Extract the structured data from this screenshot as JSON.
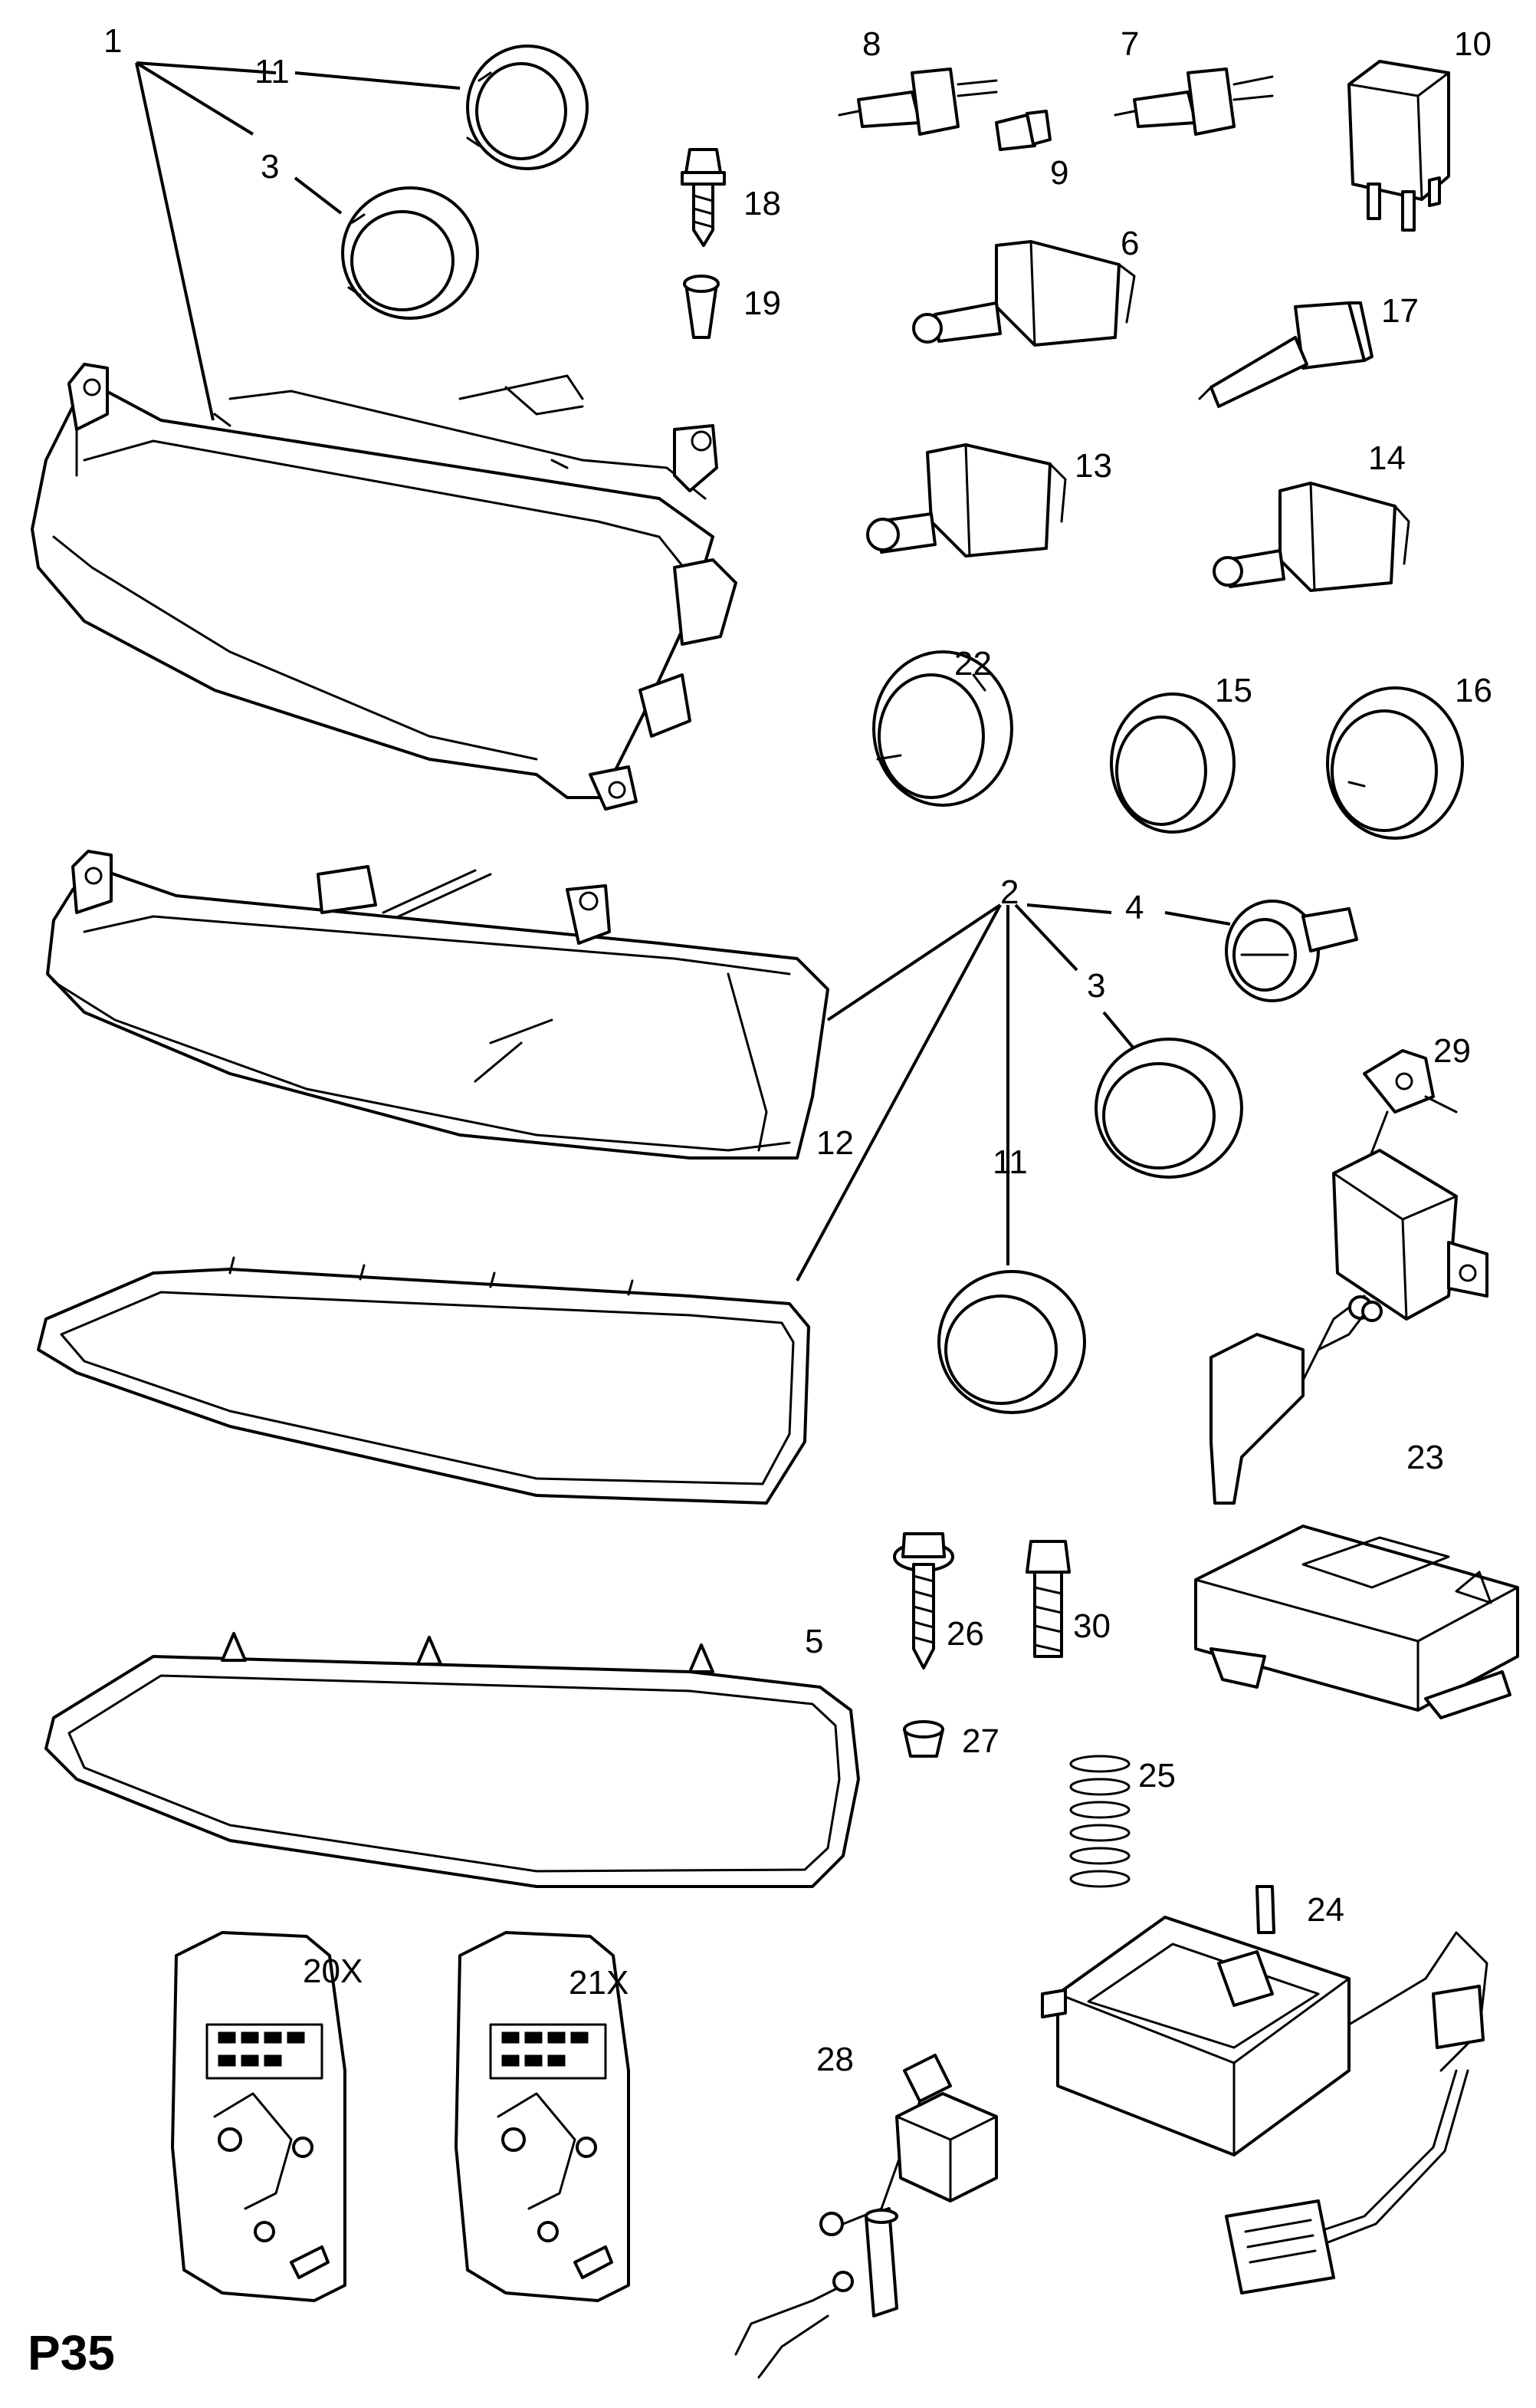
{
  "page": {
    "code": "P35",
    "background": "#ffffff",
    "ink": "#000000"
  },
  "labels": {
    "p1": "1",
    "p2": "2",
    "p3a": "3",
    "p3b": "3",
    "p4": "4",
    "p5": "5",
    "p6": "6",
    "p7": "7",
    "p8": "8",
    "p9": "9",
    "p10": "10",
    "p11a": "11",
    "p11b": "11",
    "p12": "12",
    "p13": "13",
    "p14": "14",
    "p15": "15",
    "p16": "16",
    "p17": "17",
    "p18": "18",
    "p19": "19",
    "p20": "20X",
    "p21": "21X",
    "p22": "22",
    "p23": "23",
    "p24": "24",
    "p25": "25",
    "p26": "26",
    "p27": "27",
    "p28": "28",
    "p29": "29",
    "p30": "30"
  },
  "icons": {
    "headlamp": "headlamp-assembly-icon",
    "lens": "headlamp-lens-icon",
    "ring": "cover-cap-icon",
    "bulb": "bulb-icon",
    "relay": "relay-icon",
    "module": "control-module-icon",
    "screw": "screw-icon",
    "spring": "spring-icon",
    "kit": "repair-kit-bag-icon",
    "sensor": "level-sensor-icon"
  }
}
